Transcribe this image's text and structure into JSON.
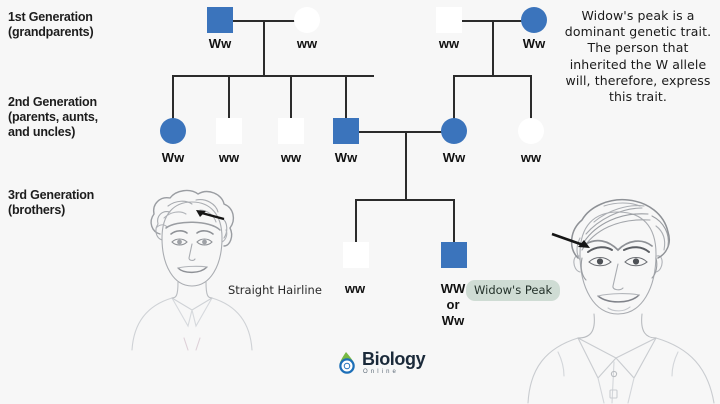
{
  "figure": {
    "title": "Widow's peak pedigree chart",
    "background_color": "#f7f7f7",
    "affected_color": "#3b74bc",
    "unaffected_color": "#ffffff",
    "line_color": "#2b2b2b",
    "highlight_color": "#cfdcd4"
  },
  "generation_labels": [
    {
      "id": "gen1",
      "line1": "1st Generation",
      "line2": "(grandparents)"
    },
    {
      "id": "gen2",
      "line1": "2nd Generation",
      "line2": "(parents, aunts,",
      "line3": "and uncles)"
    },
    {
      "id": "gen3",
      "line1": "3rd Generation",
      "line2": "(brothers)"
    }
  ],
  "note": {
    "text": "Widow's peak is a dominant genetic trait. The person that inherited the W allele will, therefore, express this trait."
  },
  "trait_captions": {
    "straight_hairline": "Straight Hairline",
    "widows_peak": "Widow's Peak"
  },
  "legend_genotypes": {
    "straight_hairline_genotype": "ww",
    "widows_peak_genotype_line1": "WW",
    "widows_peak_genotype_line2": "or",
    "widows_peak_genotype_line3": "Ww"
  },
  "logo": {
    "title": "Biology",
    "subtitle": "Online"
  },
  "pedigree": {
    "generation1": [
      {
        "id": "g1-p1",
        "shape": "square",
        "sex": "male",
        "status": "affected",
        "genotype": "Ww"
      },
      {
        "id": "g1-p2",
        "shape": "circle",
        "sex": "female",
        "status": "unaffected",
        "genotype": "ww"
      },
      {
        "id": "g1-p3",
        "shape": "square",
        "sex": "male",
        "status": "unaffected",
        "genotype": "ww"
      },
      {
        "id": "g1-p4",
        "shape": "circle",
        "sex": "female",
        "status": "affected",
        "genotype": "Ww"
      }
    ],
    "generation2": [
      {
        "id": "g2-p1",
        "shape": "circle",
        "sex": "female",
        "status": "affected",
        "genotype": "Ww"
      },
      {
        "id": "g2-p2",
        "shape": "square",
        "sex": "male",
        "status": "unaffected",
        "genotype": "ww"
      },
      {
        "id": "g2-p3",
        "shape": "square",
        "sex": "male",
        "status": "unaffected",
        "genotype": "ww"
      },
      {
        "id": "g2-p4",
        "shape": "square",
        "sex": "male",
        "status": "affected",
        "genotype": "Ww"
      },
      {
        "id": "g2-p5",
        "shape": "circle",
        "sex": "female",
        "status": "affected",
        "genotype": "Ww"
      },
      {
        "id": "g2-p6",
        "shape": "circle",
        "sex": "female",
        "status": "unaffected",
        "genotype": "ww"
      }
    ],
    "generation3": [
      {
        "id": "g3-p1",
        "shape": "square",
        "sex": "male",
        "status": "unaffected",
        "genotype": "ww"
      },
      {
        "id": "g3-p2",
        "shape": "square",
        "sex": "male",
        "status": "affected",
        "genotype": "WW or Ww"
      }
    ]
  }
}
